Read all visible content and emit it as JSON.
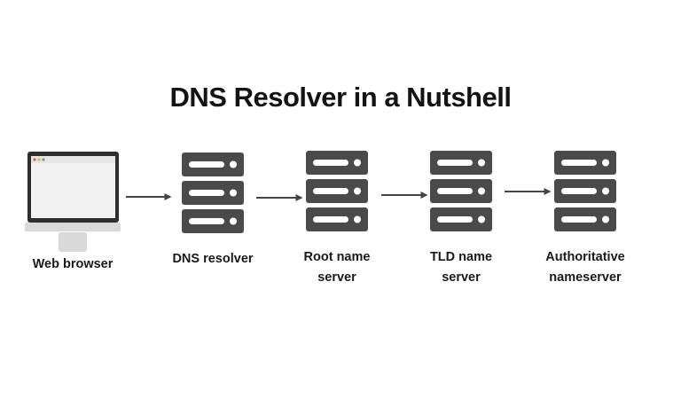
{
  "title": "DNS Resolver in a Nutshell",
  "nodes": [
    {
      "id": "web-browser",
      "icon": "monitor-icon",
      "label_lines": [
        "Web browser"
      ]
    },
    {
      "id": "dns-resolver",
      "icon": "server-icon",
      "label_lines": [
        "DNS resolver"
      ]
    },
    {
      "id": "root-name-server",
      "icon": "server-icon",
      "label_lines": [
        "Root name",
        "server"
      ]
    },
    {
      "id": "tld-name-server",
      "icon": "server-icon",
      "label_lines": [
        "TLD name",
        "server"
      ]
    },
    {
      "id": "authoritative-nameserver",
      "icon": "server-icon",
      "label_lines": [
        "Authoritative",
        "nameserver"
      ]
    }
  ],
  "edges": [
    {
      "from": "web-browser",
      "to": "dns-resolver"
    },
    {
      "from": "dns-resolver",
      "to": "root-name-server"
    },
    {
      "from": "root-name-server",
      "to": "tld-name-server"
    },
    {
      "from": "tld-name-server",
      "to": "authoritative-nameserver"
    }
  ],
  "colors": {
    "server_body": "#4a4a4a",
    "server_slot": "#ffffff",
    "monitor_frame": "#2e2e2e",
    "monitor_screen": "#f2f2f2",
    "monitor_stand": "#d9d9d9",
    "arrow": "#444444",
    "browser_dot_1": "#e25b4f",
    "browser_dot_2": "#f1b43c",
    "browser_dot_3": "#58b35a"
  }
}
